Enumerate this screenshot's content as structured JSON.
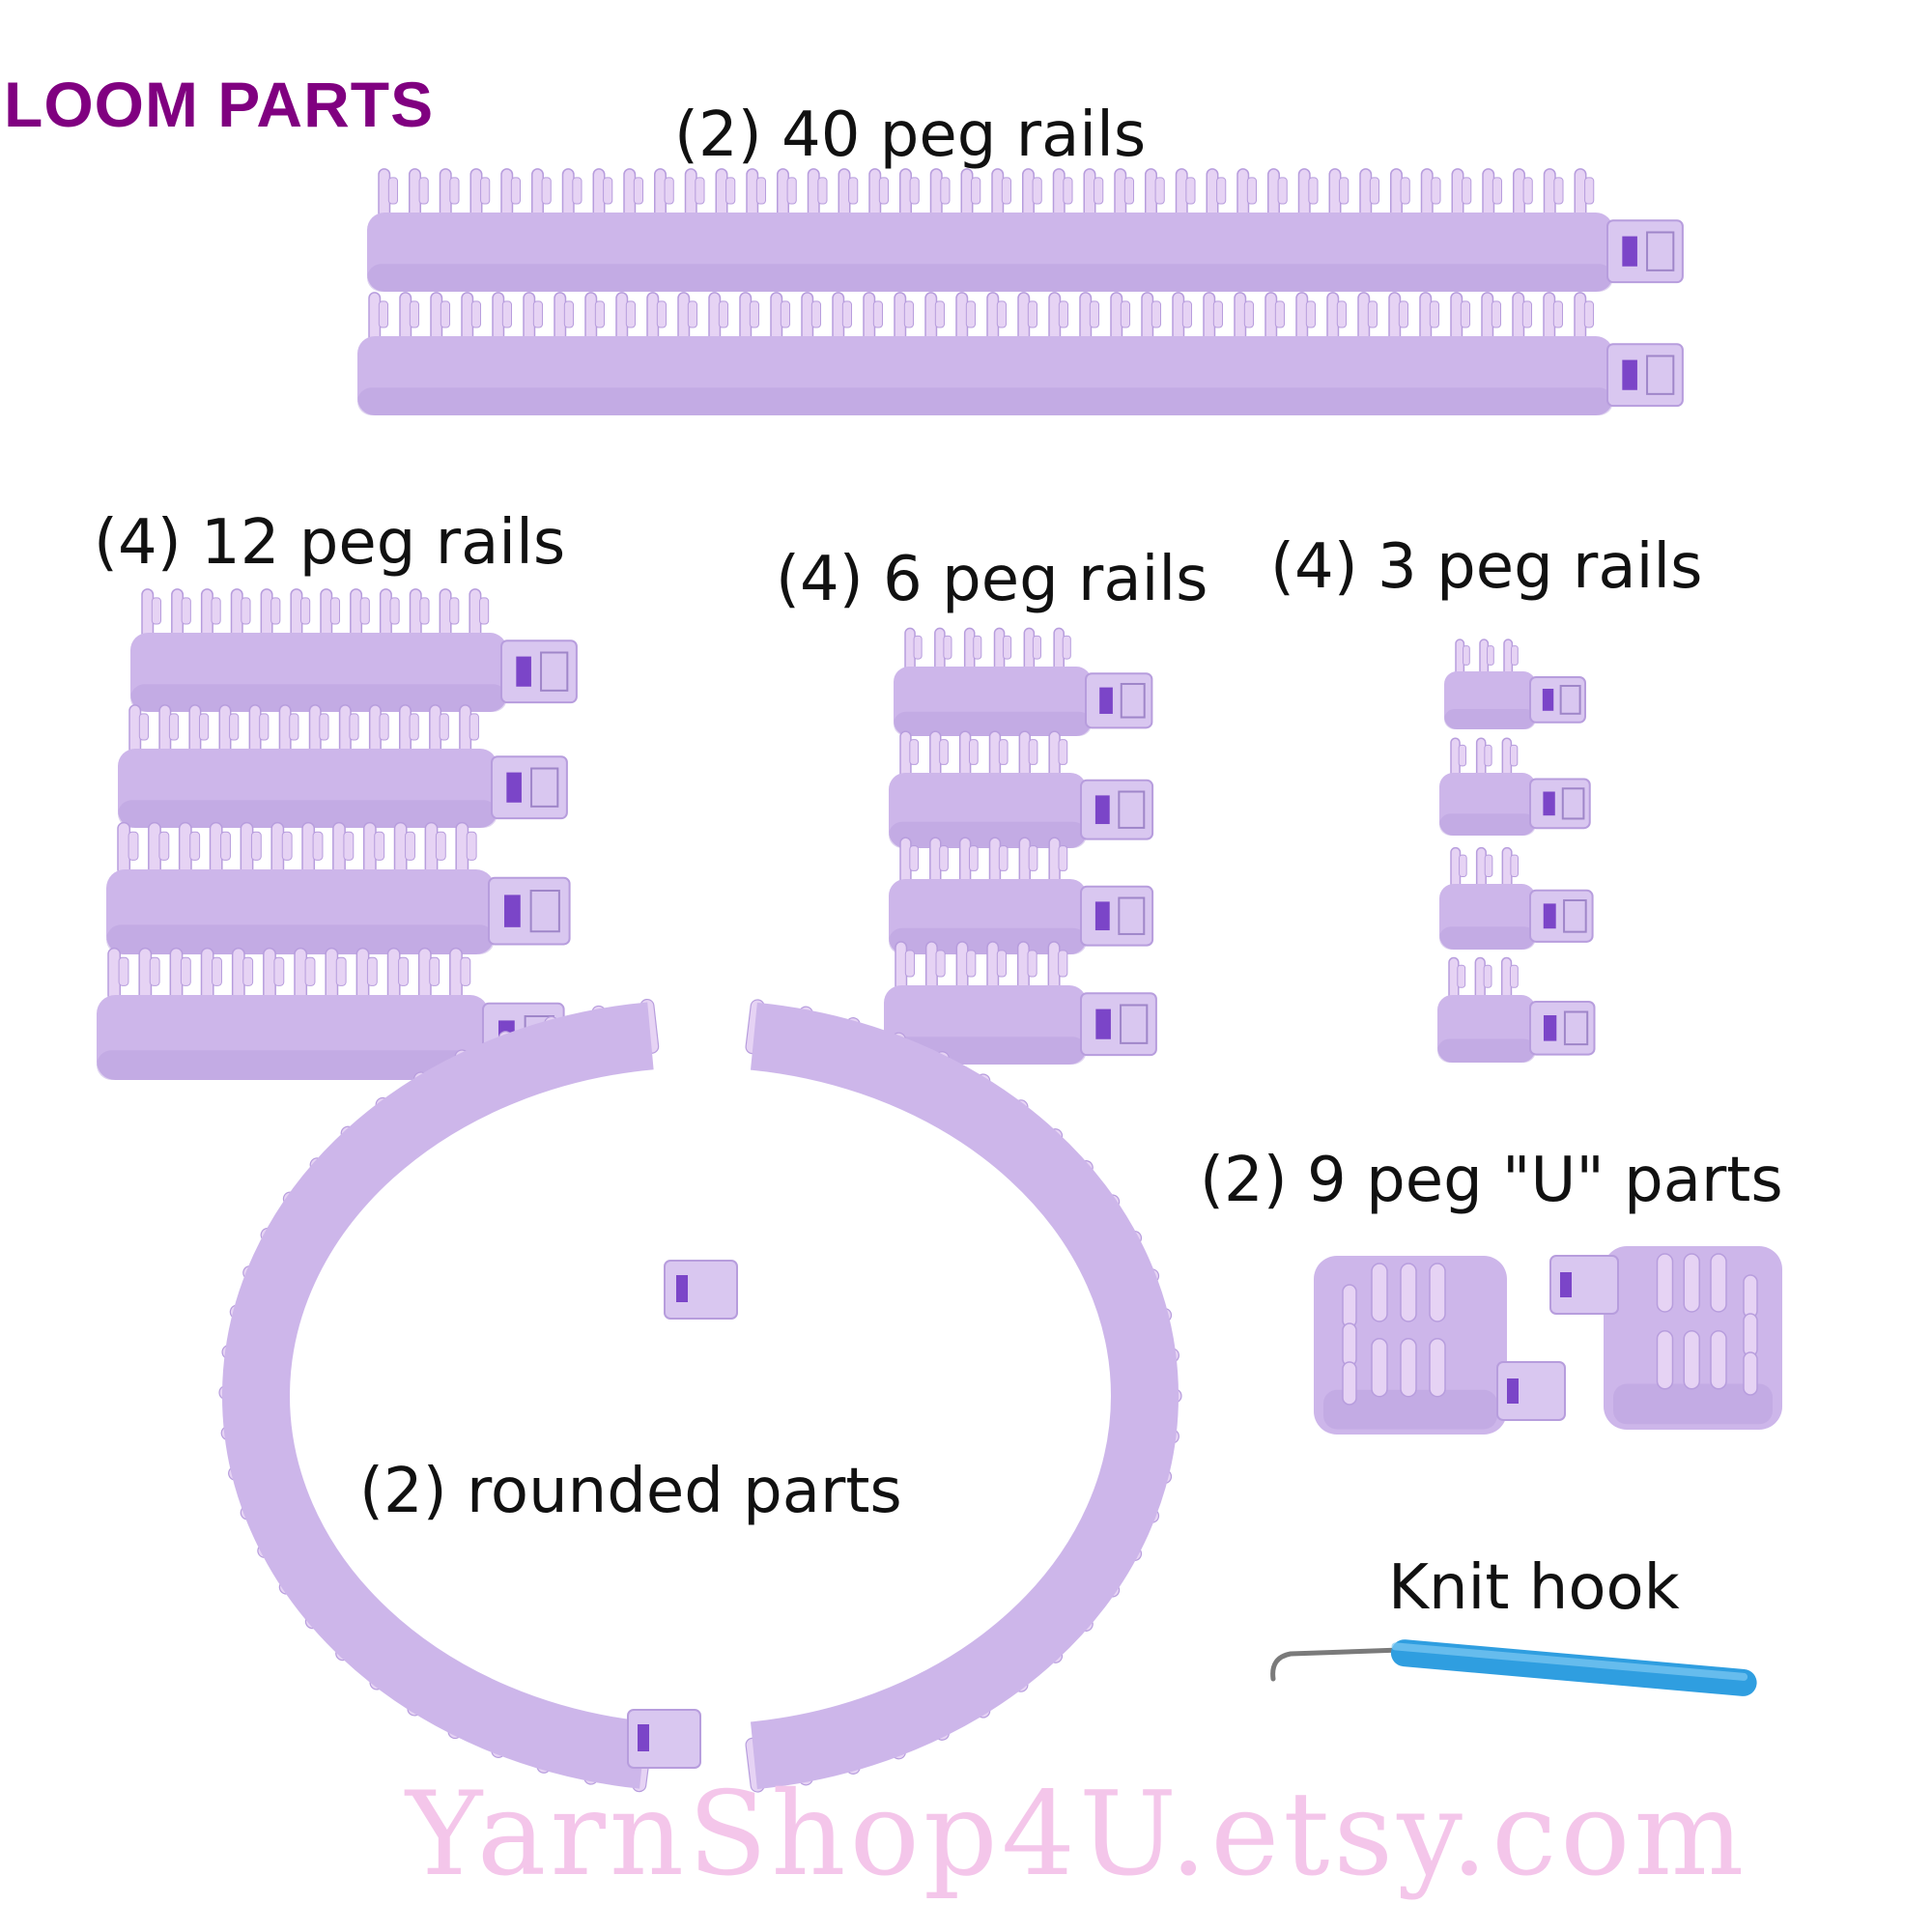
{
  "title": "LOOM PARTS",
  "colors": {
    "title": "#800080",
    "rail": "#cdb6ea",
    "rail_shadow": "#b79ddd",
    "peg": "#e6d3f4",
    "connector_slot": "#7b45c8",
    "hook_handle": "#2f9ee0",
    "watermark": "#f4c6ea"
  },
  "labels": {
    "rails_40": "(2) 40 peg rails",
    "rails_12": "(4) 12 peg rails",
    "rails_6": "(4) 6 peg rails",
    "rails_3": "(4) 3 peg rails",
    "u_parts": "(2) 9 peg \"U\" parts",
    "rounded": "(2) rounded parts",
    "hook": "Knit hook"
  },
  "watermark": "YarnShop4U.etsy.com"
}
